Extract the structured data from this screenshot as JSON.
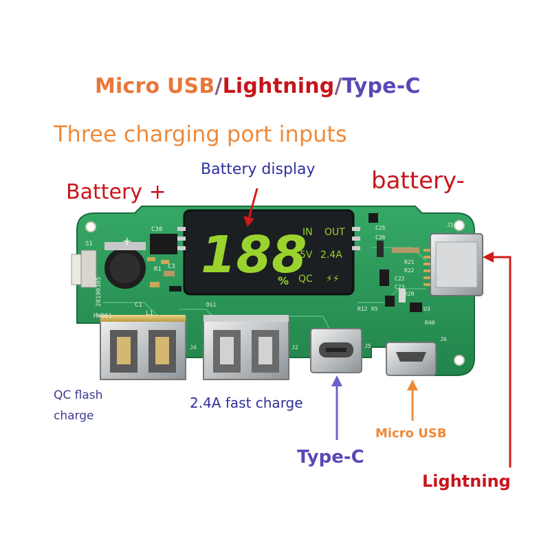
{
  "title": {
    "micro_usb": "Micro USB",
    "sep1": "/",
    "lightning": "Lightning",
    "sep2": "/",
    "type_c": "Type-C",
    "subtitle": "Three charging port inputs"
  },
  "labels": {
    "battery_plus": "Battery +",
    "battery_display": "Battery display",
    "battery_minus": "battery-",
    "qc_flash_line1": "QC flash",
    "qc_flash_line2": "charge",
    "fast_charge": "2.4A fast charge",
    "type_c": "Type-C",
    "micro_usb": "Micro USB",
    "lightning": "Lightning"
  },
  "display": {
    "digits": "188",
    "percent": "%",
    "in": "IN",
    "out": "OUT",
    "voltage": "5V",
    "current": "2.4A",
    "qc": "QC",
    "bolt": "⚡⚡"
  },
  "silkscreen": {
    "s1": "S1",
    "c1": "C1",
    "c30": "C30",
    "r1": "R1",
    "c3": "C3",
    "hw": "HW961",
    "date": "20190305",
    "l1": "L1",
    "c25": "C25",
    "c26": "C26",
    "c23": "C23",
    "c22": "C22",
    "r21": "R21",
    "r22": "R22",
    "r20": "R20",
    "r40": "R40",
    "r12": "R12",
    "r5": "R5",
    "u3": "U3",
    "j1": "J1",
    "j2": "J2",
    "j4": "J4",
    "j5": "J5",
    "j6": "J6",
    "ds1": "DS1"
  },
  "colors": {
    "micro_usb": "#e8783a",
    "lightning": "#c8151b",
    "type_c": "#5a47b8",
    "pcb": "#2e9a5b",
    "pcb_dark": "#1f7a45",
    "lcd": "#1b1f22",
    "lcd_segment": "#9ad32e",
    "arrow_red": "#d11a1a",
    "arrow_blue": "#6a63c8",
    "arrow_orange": "#ee8a3a"
  }
}
